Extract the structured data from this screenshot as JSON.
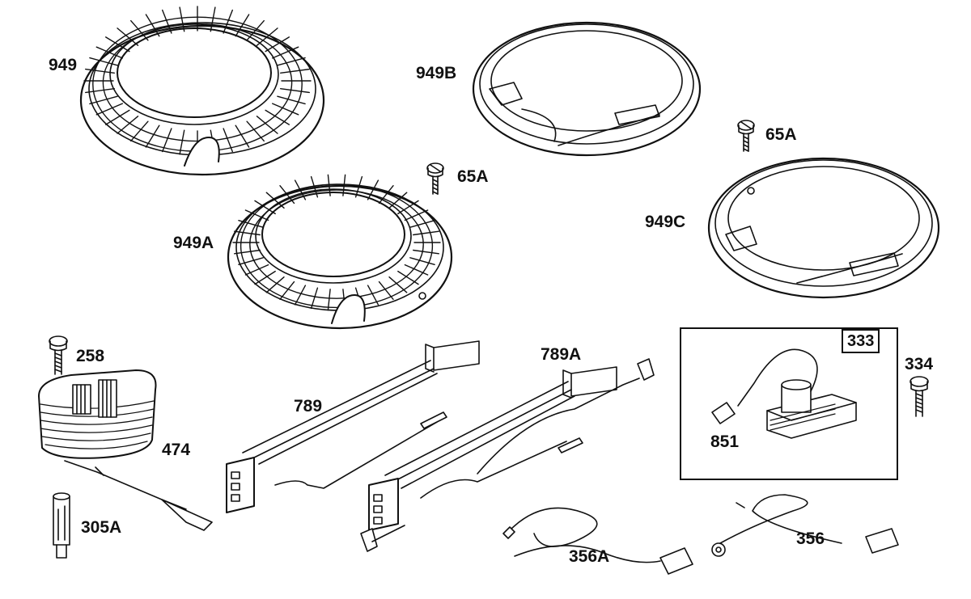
{
  "diagram": {
    "line_color": "#111111",
    "background": "#ffffff",
    "labels": {
      "part_949": "949",
      "part_949B": "949B",
      "part_65A_top": "65A",
      "part_65A_mid": "65A",
      "part_949A": "949A",
      "part_949C": "949C",
      "part_258": "258",
      "part_474": "474",
      "part_305A": "305A",
      "part_789": "789",
      "part_789A": "789A",
      "part_333": "333",
      "part_334": "334",
      "part_851": "851",
      "part_356A": "356A",
      "part_356": "356"
    }
  }
}
